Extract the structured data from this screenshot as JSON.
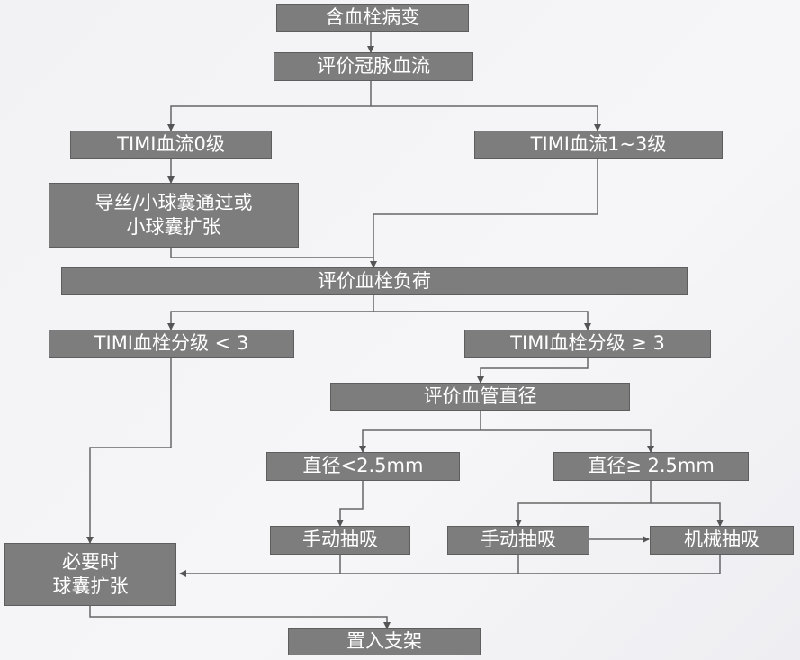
{
  "flowchart": {
    "nodes": {
      "n_thrombus": "含血栓病变",
      "n_eval_flow": "评价冠脉血流",
      "n_timi0": "TIMI血流0级",
      "n_timi13": "TIMI血流1~3级",
      "n_wire": "导丝/小球囊通过或\n小球囊扩张",
      "n_eval_burden": "评价血栓负荷",
      "n_grade_lt3": "TIMI血栓分级 < 3",
      "n_grade_ge3": "TIMI血栓分级 ≥ 3",
      "n_eval_diam": "评价血管直径",
      "n_diam_lt": "直径<2.5mm",
      "n_diam_ge": "直径≥ 2.5mm",
      "n_asp1": "手动抽吸",
      "n_asp2": "手动抽吸",
      "n_mech": "机械抽吸",
      "n_balloon": "必要时\n球囊扩张",
      "n_stent": "置入支架"
    }
  }
}
